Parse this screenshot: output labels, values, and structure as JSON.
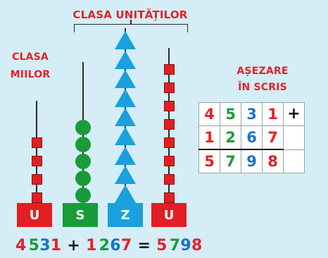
{
  "header": {
    "units_class": "CLASA UNITĂȚILOR",
    "thousands_class": [
      "CLASA",
      "MIILOR"
    ]
  },
  "writing_title": [
    "AȘEZARE",
    "ÎN SCRIS"
  ],
  "colors": {
    "thousands": "#e31e24",
    "hundreds": "#1a9b3a",
    "tens": "#1aa0df",
    "units": "#e31e24",
    "text_red": "#e8202a",
    "text_blue": "#1a73c8"
  },
  "abacus": [
    {
      "label": "U",
      "bead": "red-square",
      "count": 4,
      "color": "#e31e24"
    },
    {
      "label": "S",
      "bead": "green-circle",
      "count": 5,
      "color": "#1a9b3a"
    },
    {
      "label": "Z",
      "bead": "blue-triangle",
      "count": 9,
      "color": "#1aa0df"
    },
    {
      "label": "U",
      "bead": "red-square",
      "count": 8,
      "color": "#e31e24"
    }
  ],
  "table": {
    "rows": [
      {
        "digits": [
          "4",
          "5",
          "3",
          "1"
        ],
        "sign": "+"
      },
      {
        "digits": [
          "1",
          "2",
          "6",
          "7"
        ],
        "sign": ""
      },
      {
        "digits": [
          "5",
          "7",
          "9",
          "8"
        ],
        "sign": ""
      }
    ]
  },
  "equation": {
    "a_thousands": "4",
    "a_hundreds": "5",
    "a_tens": "3",
    "a_units": "1",
    "plus": "+",
    "b_thousands": "1",
    "b_hundreds": "2",
    "b_tens": "6",
    "b_units": "7",
    "equals": "=",
    "r_thousands": "5",
    "r_hundreds": "7",
    "r_tens": "9",
    "r_units": "8"
  }
}
